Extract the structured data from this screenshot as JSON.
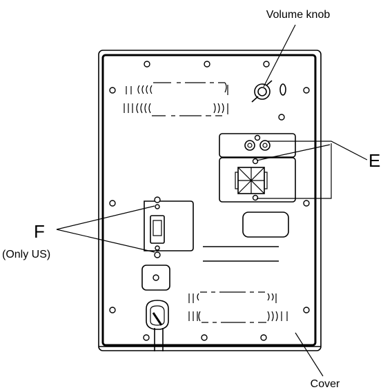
{
  "labels": {
    "volume_knob": "Volume knob",
    "e": "E",
    "f": "F",
    "only_us": "(Only US)",
    "cover": "Cover"
  },
  "colors": {
    "ink": "#000000",
    "background": "#ffffff"
  }
}
